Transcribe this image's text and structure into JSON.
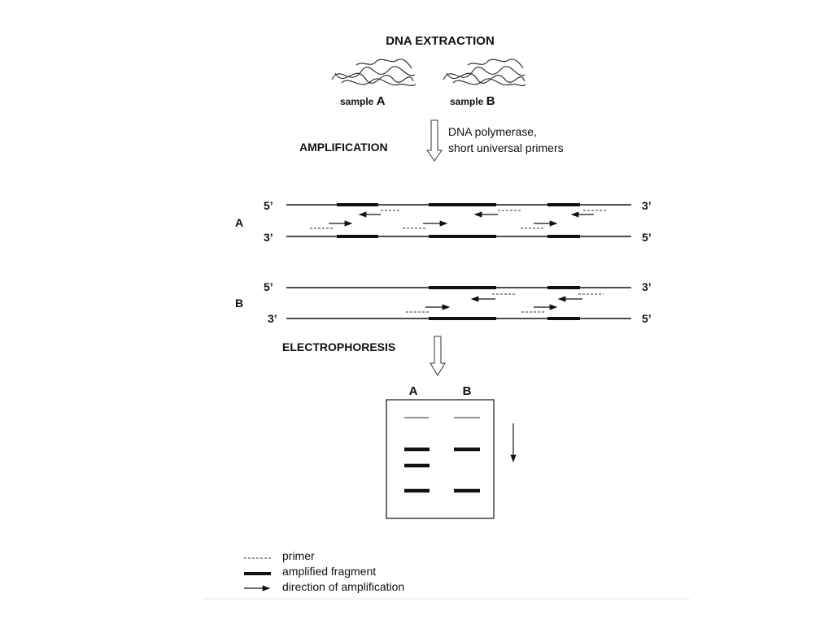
{
  "titles": {
    "extraction": "DNA EXTRACTION",
    "amplification": "AMPLIFICATION",
    "electrophoresis": "ELECTROPHORESIS"
  },
  "samples": {
    "a_prefix": "sample ",
    "a_letter": "A",
    "b_prefix": "sample ",
    "b_letter": "B"
  },
  "amplification_note": {
    "line1": "DNA polymerase,",
    "line2": "short universal primers"
  },
  "strand_labels": {
    "prime5": "5’",
    "prime3": "3’"
  },
  "rows": {
    "a": "A",
    "b": "B"
  },
  "gel": {
    "lane_a": "A",
    "lane_b": "B"
  },
  "legend": {
    "primer": "primer",
    "fragment": "amplified fragment",
    "direction": "direction of amplification"
  }
}
